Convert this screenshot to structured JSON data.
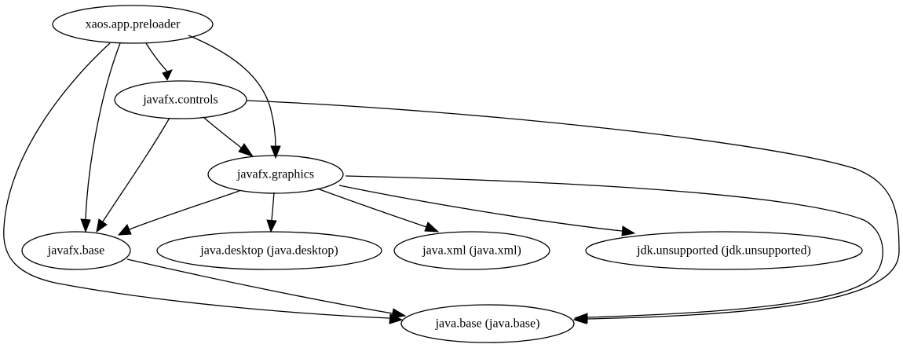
{
  "graph": {
    "nodes": [
      {
        "id": "xaos_app_preloader",
        "label": "xaos.app.preloader"
      },
      {
        "id": "javafx_controls",
        "label": "javafx.controls"
      },
      {
        "id": "javafx_graphics",
        "label": "javafx.graphics"
      },
      {
        "id": "javafx_base",
        "label": "javafx.base"
      },
      {
        "id": "java_desktop",
        "label": "java.desktop (java.desktop)"
      },
      {
        "id": "java_xml",
        "label": "java.xml (java.xml)"
      },
      {
        "id": "jdk_unsupported",
        "label": "jdk.unsupported (jdk.unsupported)"
      },
      {
        "id": "java_base",
        "label": "java.base (java.base)"
      }
    ],
    "edges": [
      {
        "from": "xaos_app_preloader",
        "to": "javafx_controls"
      },
      {
        "from": "xaos_app_preloader",
        "to": "javafx_graphics"
      },
      {
        "from": "xaos_app_preloader",
        "to": "javafx_base"
      },
      {
        "from": "xaos_app_preloader",
        "to": "java_base"
      },
      {
        "from": "javafx_controls",
        "to": "javafx_graphics"
      },
      {
        "from": "javafx_controls",
        "to": "javafx_base"
      },
      {
        "from": "javafx_controls",
        "to": "java_base"
      },
      {
        "from": "javafx_graphics",
        "to": "javafx_base"
      },
      {
        "from": "javafx_graphics",
        "to": "java_desktop"
      },
      {
        "from": "javafx_graphics",
        "to": "java_xml"
      },
      {
        "from": "javafx_graphics",
        "to": "jdk_unsupported"
      },
      {
        "from": "javafx_graphics",
        "to": "java_base"
      },
      {
        "from": "javafx_base",
        "to": "java_base"
      }
    ]
  }
}
